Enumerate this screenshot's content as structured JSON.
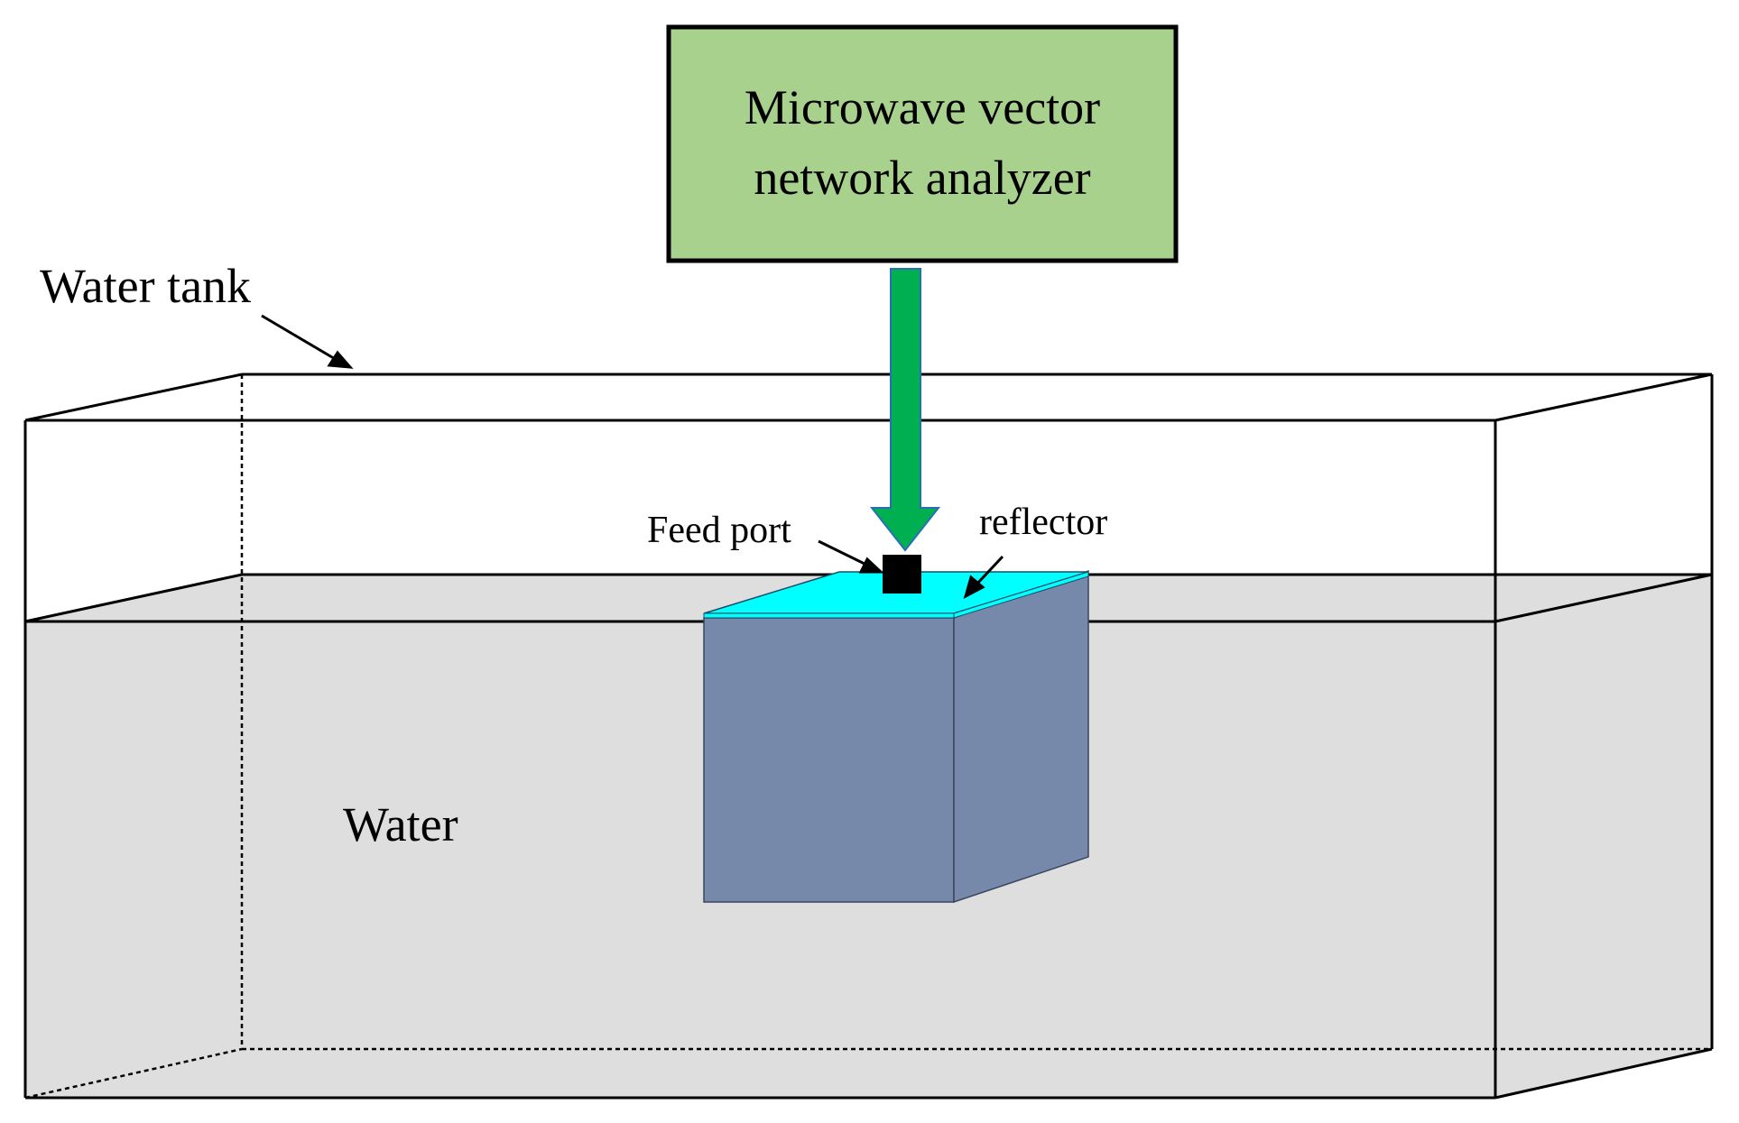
{
  "analyzer": {
    "line1": "Microwave vector",
    "line2": "network analyzer",
    "fill_color": "#a9d18e"
  },
  "labels": {
    "water_tank": "Water tank",
    "water": "Water",
    "feed_port": "Feed port",
    "reflector": "reflector"
  },
  "colors": {
    "water": "#dedede",
    "reflector": "#00ffff",
    "antenna_block": "#7789aa",
    "signal_arrow": "#00b050",
    "outline": "#000000"
  }
}
